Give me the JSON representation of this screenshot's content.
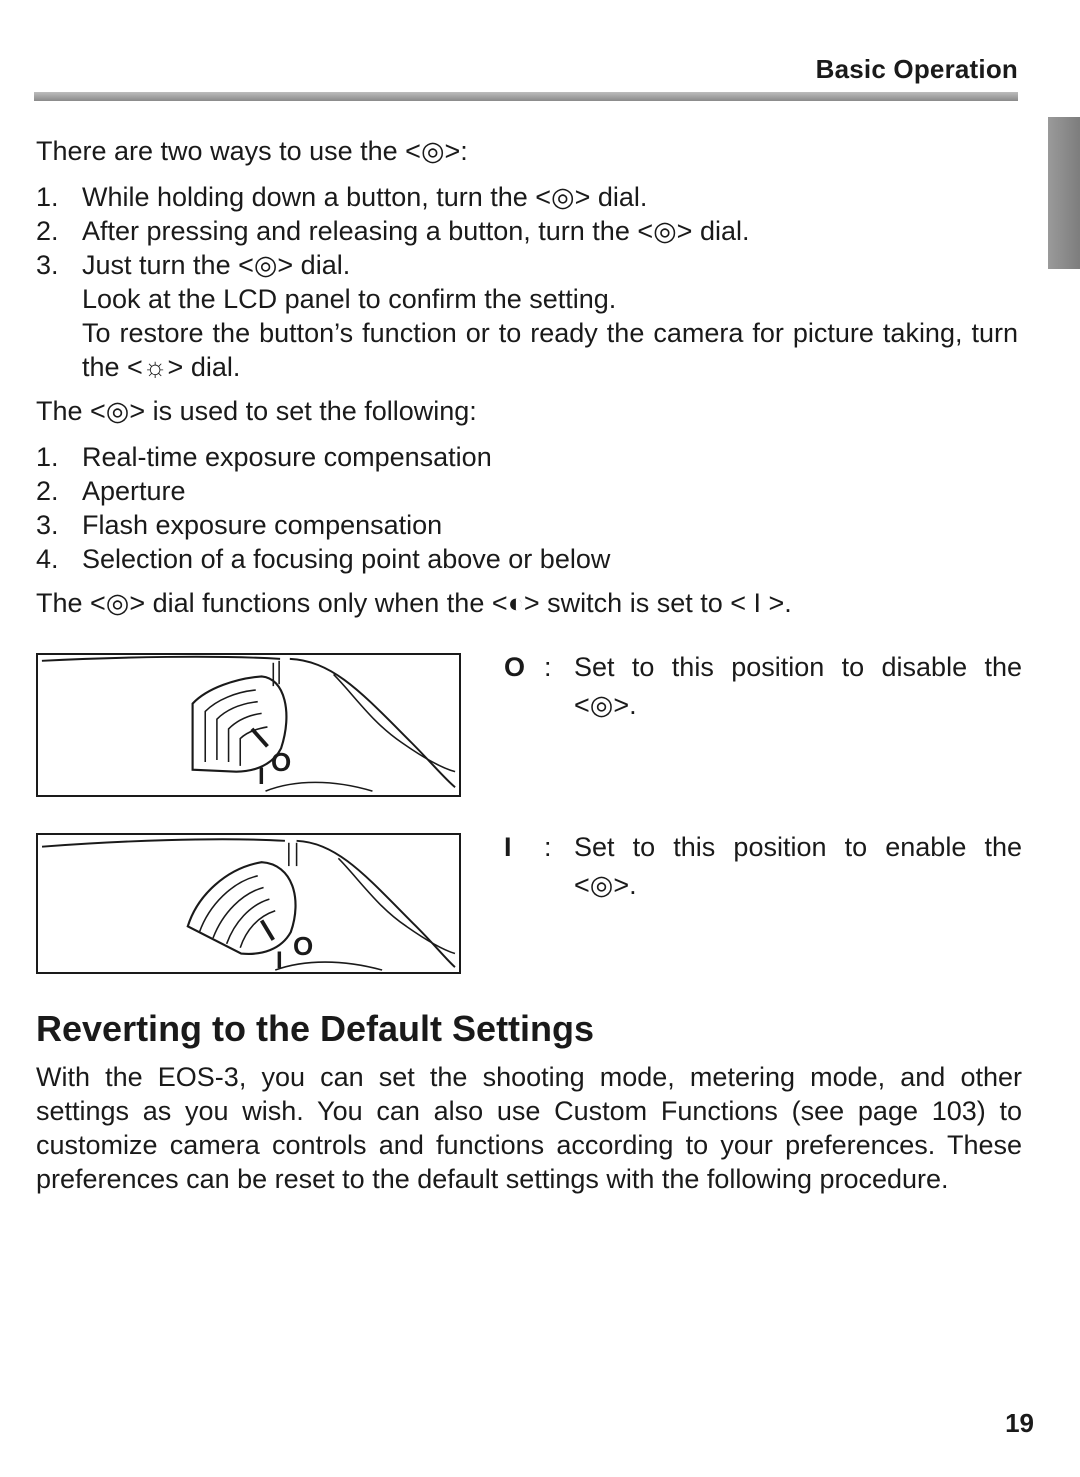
{
  "header": {
    "title": "Basic Operation"
  },
  "intro": {
    "lead": "There are two ways to use the <◎>:",
    "items": [
      {
        "num": "1.",
        "text": "While holding down a button, turn the <◎> dial."
      },
      {
        "num": "2.",
        "text": "After pressing and releasing a button, turn the <◎> dial."
      },
      {
        "num": "3.",
        "text": "Just turn the <◎> dial."
      }
    ],
    "note_1": "Look at the LCD panel to confirm the setting.",
    "note_2": "To restore the button’s function or to ready the camera for picture taking, turn the <☼> dial."
  },
  "uses": {
    "lead": "The <◎> is used to set the following:",
    "items": [
      {
        "num": "1.",
        "text": "Real-time exposure compensation"
      },
      {
        "num": "2.",
        "text": "Aperture"
      },
      {
        "num": "3.",
        "text": "Flash exposure compensation"
      },
      {
        "num": "4.",
        "text": "Selection of a focusing point above or below"
      }
    ],
    "switch_note": "The <◎> dial functions only when the <◐> switch is set to < I >."
  },
  "legend": [
    {
      "symbol": "O",
      "text": "Set to this position to disable the <◎>."
    },
    {
      "symbol": "I",
      "text": "Set to this position to enable the <◎>."
    }
  ],
  "figure_labels": {
    "off": "O",
    "on": "I"
  },
  "section": {
    "title": "Reverting to the Default Settings",
    "paragraph": "With the EOS-3, you can set the shooting mode, metering mode, and other settings as you wish. You can also use Custom Functions (see page 103) to customize camera controls and functions according to your preferences. These preferences can be reset to the default settings with the following procedure."
  },
  "page_number": "19"
}
